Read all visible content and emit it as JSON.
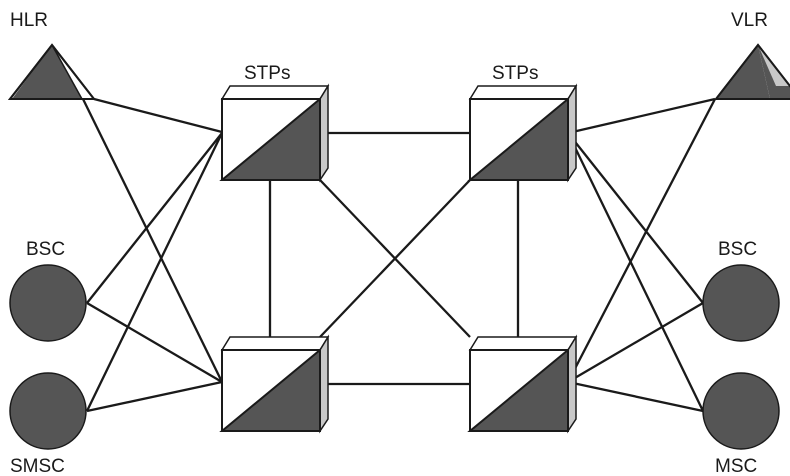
{
  "labels": {
    "hlr": "HLR",
    "vlr": "VLR",
    "stp_top_left": "STPs",
    "stp_top_right": "STPs",
    "bsc_left": "BSC",
    "bsc_right": "BSC",
    "smsc": "SMSC",
    "msc": "MSC"
  },
  "colors": {
    "line": "#1a1a1a",
    "node_fill": "#555555",
    "cube_light": "#ffffff",
    "cube_side": "#c8c8c8"
  }
}
